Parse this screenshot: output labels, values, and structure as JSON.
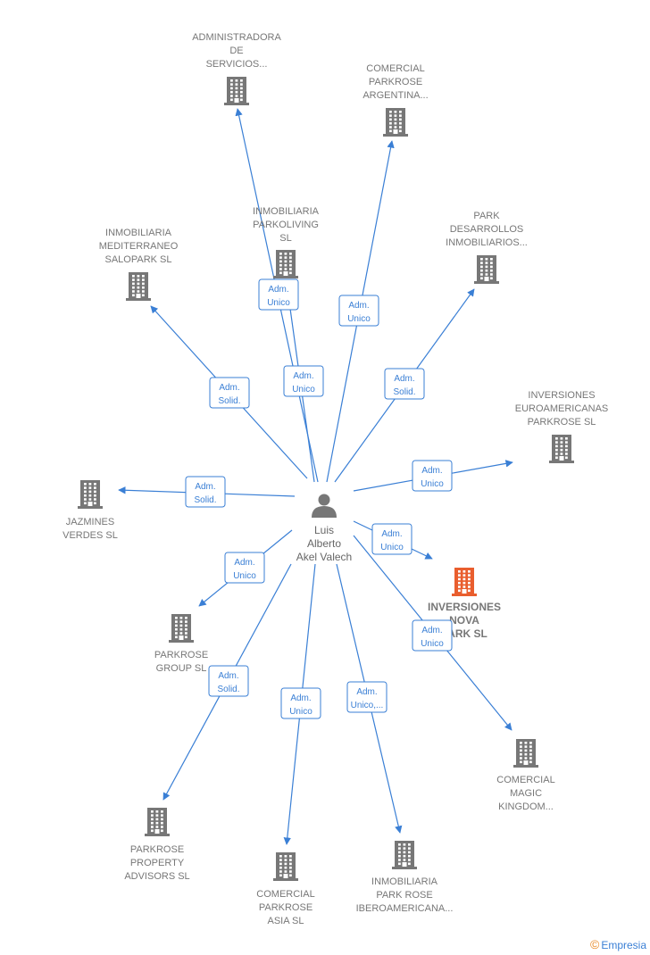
{
  "center": {
    "lines": [
      "Luis",
      "Alberto",
      "Akel Valech"
    ]
  },
  "colors": {
    "edge": "#3a7fd5",
    "building": "#777777",
    "focus": "#e95e2e"
  },
  "nodes": [
    {
      "id": "administradora",
      "lines": [
        "ADMINISTRADORA",
        "DE",
        "SERVICIOS..."
      ],
      "relation": [
        "Adm.",
        "Unico"
      ]
    },
    {
      "id": "comercial-parkrose-argentina",
      "lines": [
        "COMERCIAL",
        "PARKROSE",
        "ARGENTINA..."
      ],
      "relation": [
        "Adm.",
        "Unico"
      ]
    },
    {
      "id": "inmobiliaria-parkoliving",
      "lines": [
        "INMOBILIARIA",
        "PARKOLIVING",
        "SL"
      ],
      "relation": [
        "Adm.",
        "Unico"
      ]
    },
    {
      "id": "park-desarrollos",
      "lines": [
        "PARK",
        "DESARROLLOS",
        "INMOBILIARIOS..."
      ],
      "relation": [
        "Adm.",
        "Solid."
      ]
    },
    {
      "id": "inmobiliaria-mediterraneo",
      "lines": [
        "INMOBILIARIA",
        "MEDITERRANEO",
        "SALOPARK  SL"
      ],
      "relation": [
        "Adm.",
        "Solid."
      ]
    },
    {
      "id": "inversiones-euroamericanas",
      "lines": [
        "INVERSIONES",
        "EUROAMERICANAS",
        "PARKROSE  SL"
      ],
      "relation": [
        "Adm.",
        "Unico"
      ]
    },
    {
      "id": "jazmines-verdes",
      "lines": [
        "JAZMINES",
        "VERDES  SL"
      ],
      "relation": [
        "Adm.",
        "Solid."
      ]
    },
    {
      "id": "inversiones-nova-park",
      "lines": [
        "INVERSIONES",
        "NOVA",
        "PARK  SL"
      ],
      "relation": [
        "Adm.",
        "Unico"
      ],
      "focus": true
    },
    {
      "id": "parkrose-group",
      "lines": [
        "PARKROSE",
        "GROUP  SL"
      ],
      "relation": [
        "Adm.",
        "Unico"
      ]
    },
    {
      "id": "comercial-magic-kingdom",
      "lines": [
        "COMERCIAL",
        "MAGIC",
        "KINGDOM..."
      ],
      "relation": [
        "Adm.",
        "Unico"
      ]
    },
    {
      "id": "parkrose-property-advisors",
      "lines": [
        "PARKROSE",
        "PROPERTY",
        "ADVISORS  SL"
      ],
      "relation": [
        "Adm.",
        "Solid."
      ]
    },
    {
      "id": "comercial-parkrose-asia",
      "lines": [
        "COMERCIAL",
        "PARKROSE",
        "ASIA  SL"
      ],
      "relation": [
        "Adm.",
        "Unico"
      ]
    },
    {
      "id": "inmobiliaria-park-rose-iberoamericana",
      "lines": [
        "INMOBILIARIA",
        "PARK ROSE",
        "IBEROAMERICANA..."
      ],
      "relation": [
        "Adm.",
        "Unico,..."
      ]
    }
  ],
  "brand": {
    "copyright": "©",
    "name": "Empresia"
  }
}
